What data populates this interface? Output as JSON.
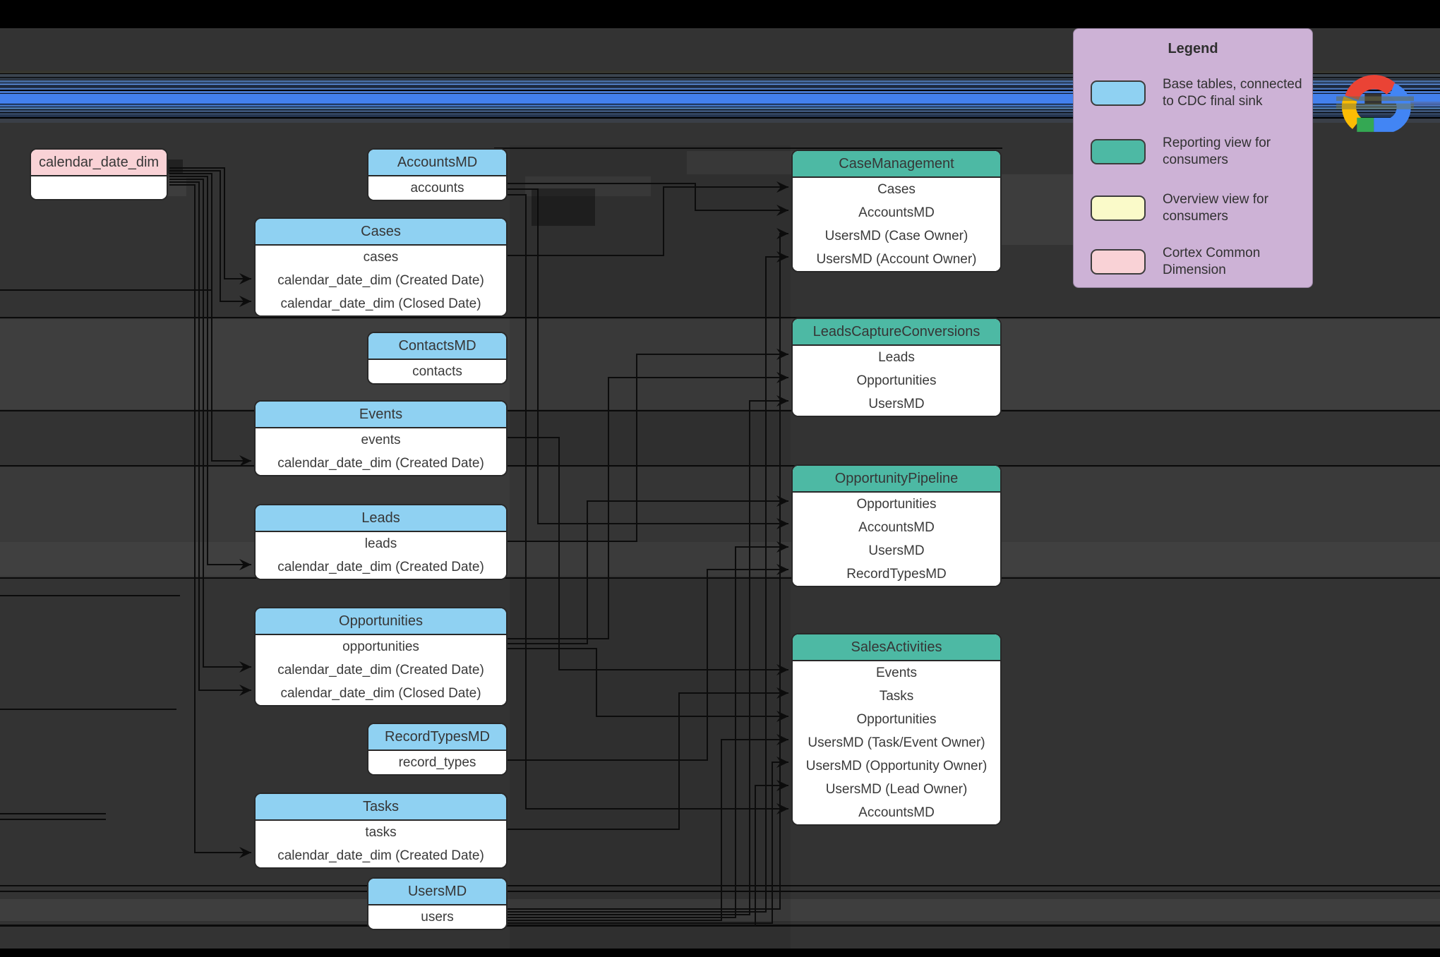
{
  "colors": {
    "background": "#333333",
    "base_table_header": "#8fd1f2",
    "reporting_view_header": "#4db9a4",
    "overview_view_swatch": "#fafac9",
    "common_dimension_header": "#f9d2d6",
    "legend_background": "#cdb2d6",
    "connector": "#0c0c0c",
    "accent_blue_band": "#4380ec"
  },
  "legend": {
    "title": "Legend",
    "items": [
      {
        "label": "Base tables, connected to CDC final sink",
        "color": "#8fd1f2"
      },
      {
        "label": "Reporting view for consumers",
        "color": "#4db9a4"
      },
      {
        "label": "Overview view for consumers",
        "color": "#fafac9"
      },
      {
        "label": "Cortex Common Dimension",
        "color": "#f9d2d6"
      }
    ]
  },
  "logo": {
    "name": "Google Cloud"
  },
  "tables": {
    "calendar_date_dim": {
      "title": "calendar_date_dim",
      "rows": []
    },
    "accounts_md": {
      "title": "AccountsMD",
      "rows": [
        "accounts"
      ]
    },
    "cases": {
      "title": "Cases",
      "rows": [
        "cases",
        "calendar_date_dim (Created Date)",
        "calendar_date_dim (Closed Date)"
      ]
    },
    "contacts_md": {
      "title": "ContactsMD",
      "rows": [
        "contacts"
      ]
    },
    "events": {
      "title": "Events",
      "rows": [
        "events",
        "calendar_date_dim (Created Date)"
      ]
    },
    "leads": {
      "title": "Leads",
      "rows": [
        "leads",
        "calendar_date_dim (Created Date)"
      ]
    },
    "opportunities": {
      "title": "Opportunities",
      "rows": [
        "opportunities",
        "calendar_date_dim (Created Date)",
        "calendar_date_dim (Closed Date)"
      ]
    },
    "record_types_md": {
      "title": "RecordTypesMD",
      "rows": [
        "record_types"
      ]
    },
    "tasks": {
      "title": "Tasks",
      "rows": [
        "tasks",
        "calendar_date_dim (Created Date)"
      ]
    },
    "users_md": {
      "title": "UsersMD",
      "rows": [
        "users"
      ]
    }
  },
  "views": {
    "case_management": {
      "title": "CaseManagement",
      "rows": [
        "Cases",
        "AccountsMD",
        "UsersMD (Case Owner)",
        "UsersMD (Account Owner)"
      ]
    },
    "leads_capture_conversions": {
      "title": "LeadsCaptureConversions",
      "rows": [
        "Leads",
        "Opportunities",
        "UsersMD"
      ]
    },
    "opportunity_pipeline": {
      "title": "OpportunityPipeline",
      "rows": [
        "Opportunities",
        "AccountsMD",
        "UsersMD",
        "RecordTypesMD"
      ]
    },
    "sales_activities": {
      "title": "SalesActivities",
      "rows": [
        "Events",
        "Tasks",
        "Opportunities",
        "UsersMD (Task/Event Owner)",
        "UsersMD (Opportunity Owner)",
        "UsersMD (Lead Owner)",
        "AccountsMD"
      ]
    }
  },
  "connections": [
    {
      "from": "calendar_date_dim",
      "to": "Cases.calendar_date_dim (Created Date)"
    },
    {
      "from": "calendar_date_dim",
      "to": "Cases.calendar_date_dim (Closed Date)"
    },
    {
      "from": "calendar_date_dim",
      "to": "Events.calendar_date_dim (Created Date)"
    },
    {
      "from": "calendar_date_dim",
      "to": "Leads.calendar_date_dim (Created Date)"
    },
    {
      "from": "calendar_date_dim",
      "to": "Opportunities.calendar_date_dim (Created Date)"
    },
    {
      "from": "calendar_date_dim",
      "to": "Opportunities.calendar_date_dim (Closed Date)"
    },
    {
      "from": "calendar_date_dim",
      "to": "Tasks.calendar_date_dim (Created Date)"
    },
    {
      "from": "Cases",
      "to": "CaseManagement.Cases"
    },
    {
      "from": "AccountsMD",
      "to": "CaseManagement.AccountsMD"
    },
    {
      "from": "UsersMD",
      "to": "CaseManagement.UsersMD (Case Owner)"
    },
    {
      "from": "UsersMD",
      "to": "CaseManagement.UsersMD (Account Owner)"
    },
    {
      "from": "Leads",
      "to": "LeadsCaptureConversions.Leads"
    },
    {
      "from": "Opportunities",
      "to": "LeadsCaptureConversions.Opportunities"
    },
    {
      "from": "UsersMD",
      "to": "LeadsCaptureConversions.UsersMD"
    },
    {
      "from": "Opportunities",
      "to": "OpportunityPipeline.Opportunities"
    },
    {
      "from": "AccountsMD",
      "to": "OpportunityPipeline.AccountsMD"
    },
    {
      "from": "UsersMD",
      "to": "OpportunityPipeline.UsersMD"
    },
    {
      "from": "RecordTypesMD",
      "to": "OpportunityPipeline.RecordTypesMD"
    },
    {
      "from": "Events",
      "to": "SalesActivities.Events"
    },
    {
      "from": "Tasks",
      "to": "SalesActivities.Tasks"
    },
    {
      "from": "Opportunities",
      "to": "SalesActivities.Opportunities"
    },
    {
      "from": "UsersMD",
      "to": "SalesActivities.UsersMD (Task/Event Owner)"
    },
    {
      "from": "UsersMD",
      "to": "SalesActivities.UsersMD (Opportunity Owner)"
    },
    {
      "from": "UsersMD",
      "to": "SalesActivities.UsersMD (Lead Owner)"
    },
    {
      "from": "AccountsMD",
      "to": "SalesActivities.AccountsMD"
    }
  ]
}
